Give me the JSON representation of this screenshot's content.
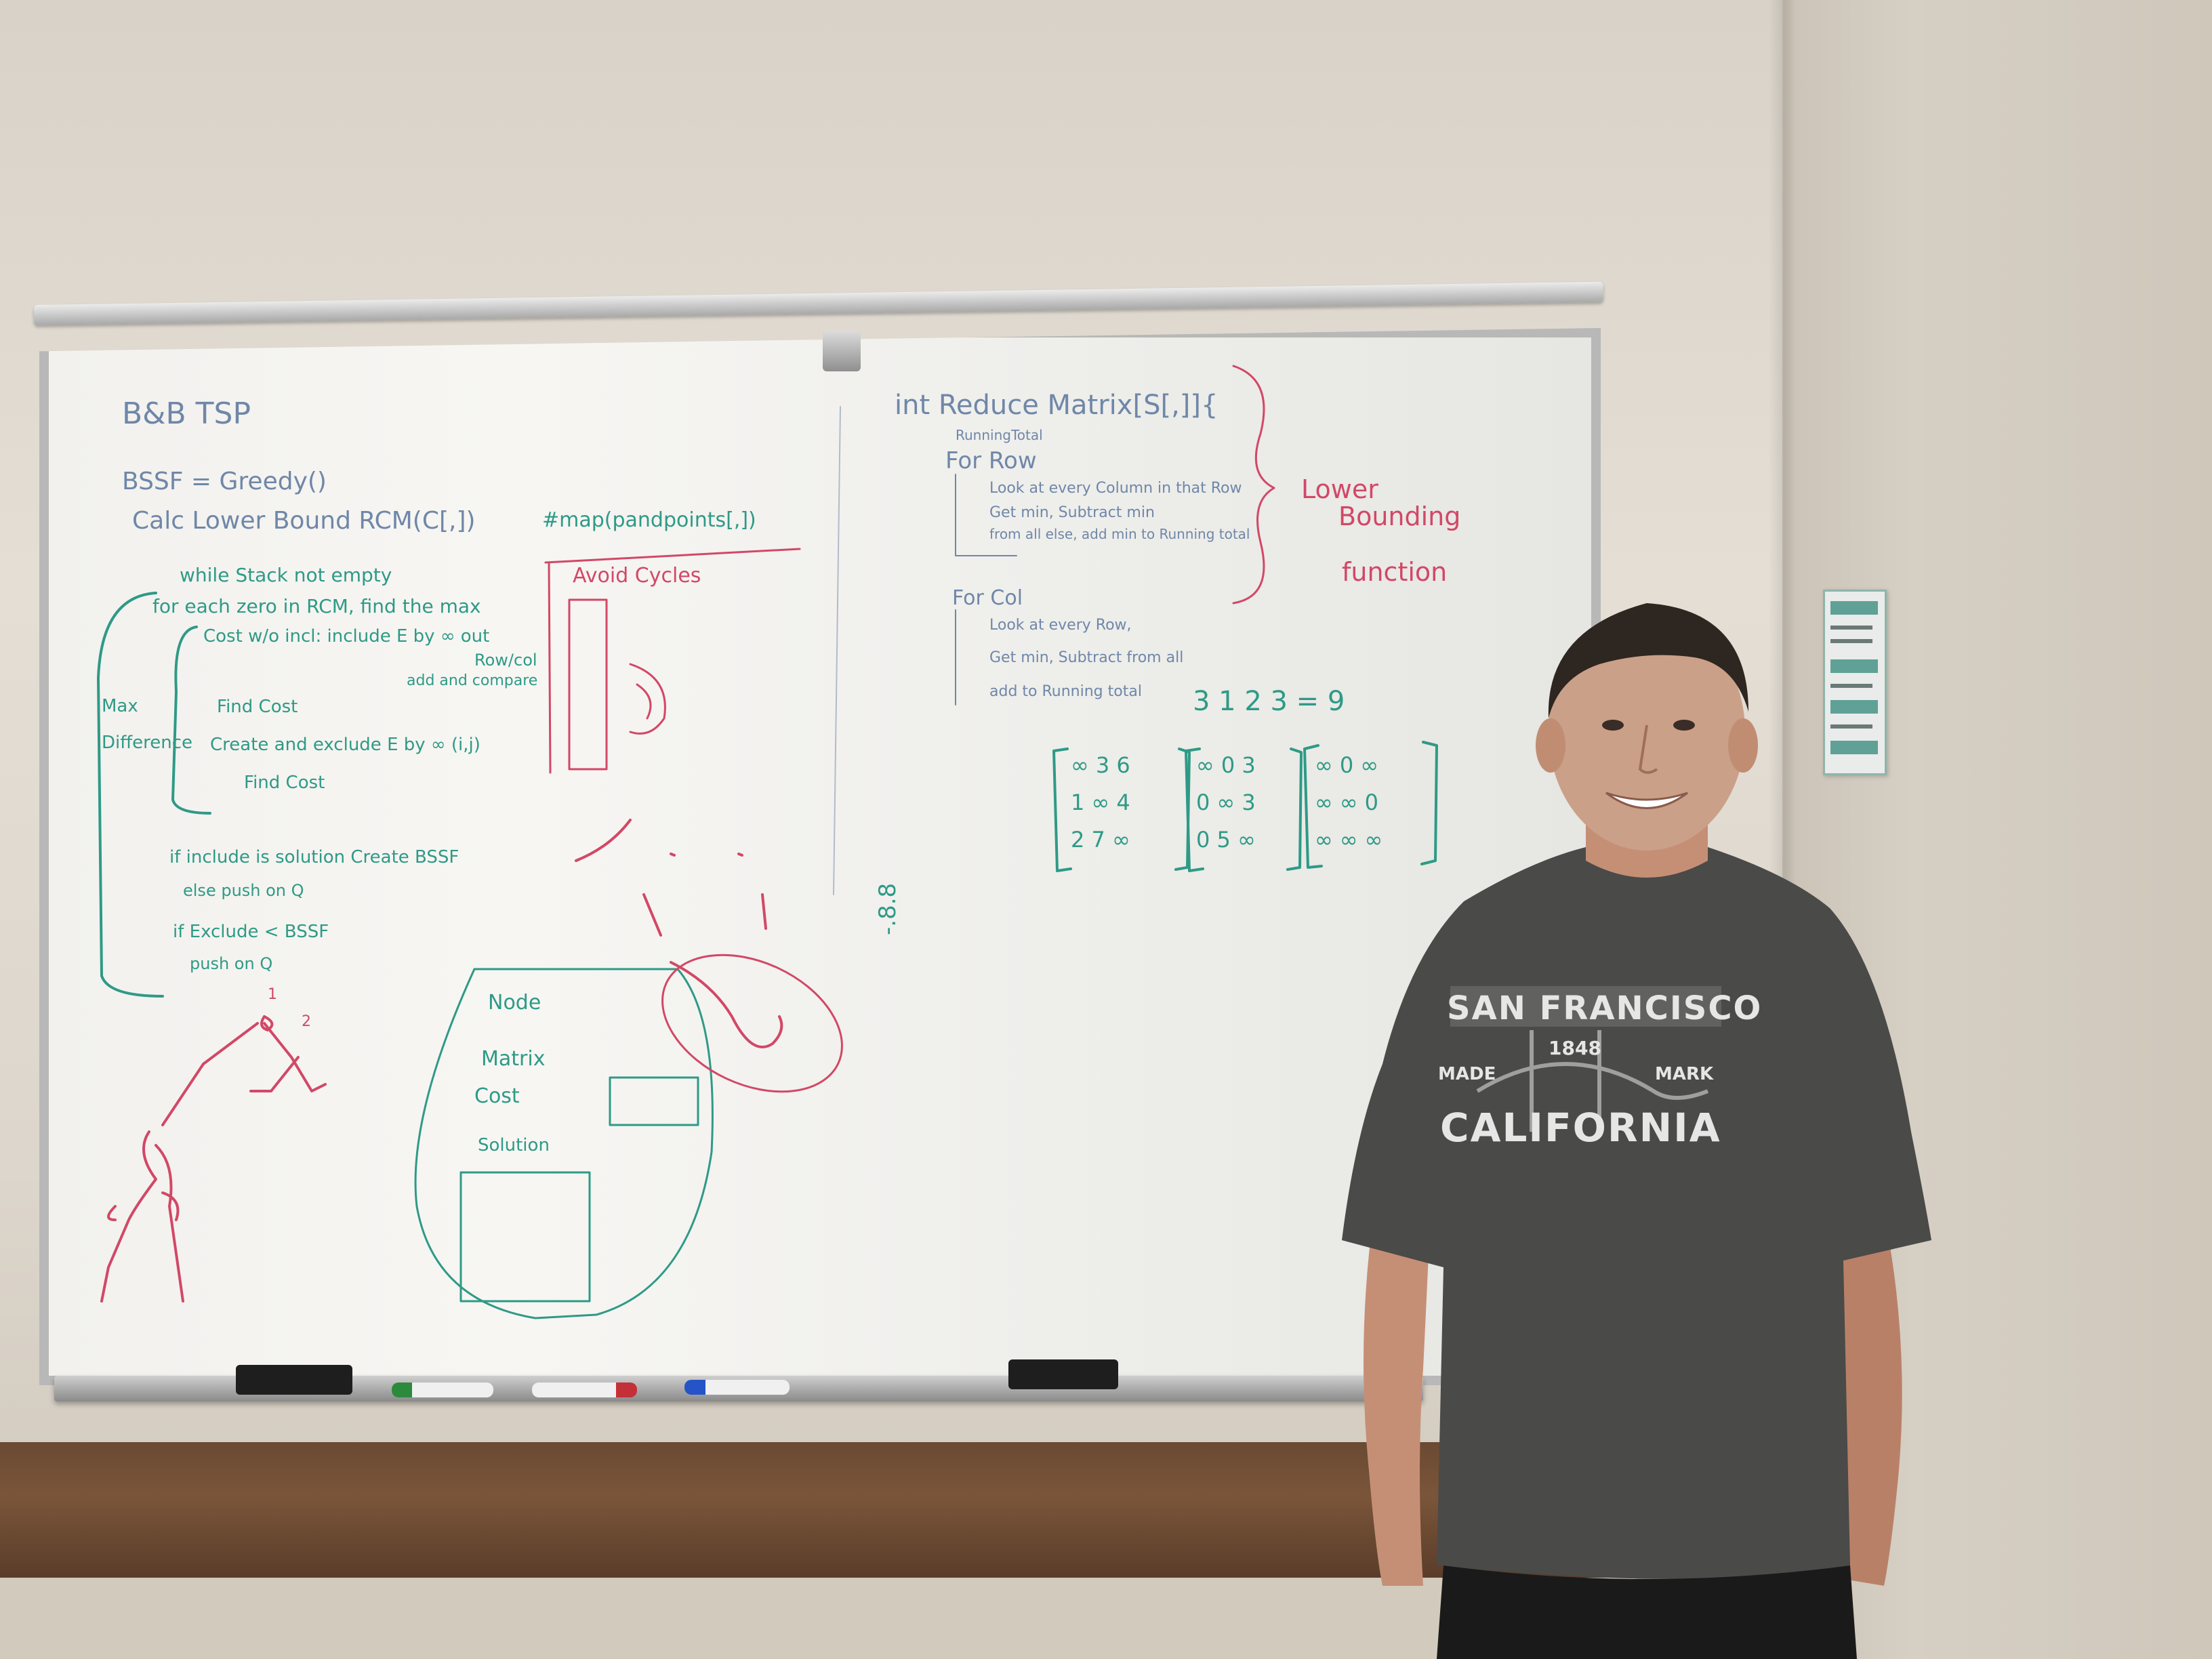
{
  "board": {
    "title": "B&B TSP",
    "bssf_line": "BSSF = Greedy()",
    "lower_bound_line": "Calc Lower Bound   RCM(C[,])",
    "while_line": "while Stack not empty",
    "for_each_line": "for each zero in RCM, find the max",
    "cost_include_line": "Cost w/o incl: include E by ∞ out",
    "row_col": "Row/col",
    "add_and_compare": "add and compare",
    "find_cost_1": "Find Cost",
    "create_exclude_line": "Create and exclude E by ∞ (i,j)",
    "find_cost_2": "Find Cost",
    "max_difference": "Max Difference",
    "if_include_line": "if include is solution   Create BSSF",
    "else_push_line": "else push on Q",
    "if_exclude_line": "if Exclude < BSSF",
    "push_line": "push on Q",
    "map_header": "#map(pandpoints[,])",
    "avoid_cycles": "Avoid Cycles",
    "node_title": "Node",
    "node_matrix": "Matrix",
    "node_cost": "Cost",
    "node_solution": "Solution",
    "reduce_matrix": "int Reduce Matrix[S[,]]{",
    "running_total": "RunningTotal",
    "for_row": "For Row",
    "for_row_1": "Look at every Column in that Row",
    "for_row_2": "Get min, Subtract min",
    "for_row_3": "from all else, add min to Running total",
    "for_col": "For Col",
    "for_col_1": "Look at every Row,",
    "for_col_2": "Get min, Subtract from all",
    "for_col_3": "add to Running total",
    "lower_bounding": [
      "Lower",
      "Bounding",
      "function"
    ],
    "sum_line": "3 1 2 3 = 9",
    "matrix1": [
      "∞ 3 6",
      "1 ∞ 4",
      "2 7 ∞"
    ],
    "matrix2": [
      "∞ 0 3",
      "0 ∞ 3",
      "0 5 ∞"
    ],
    "matrix3": [
      "∞ 0 ∞",
      "∞ ∞ 0",
      "∞ ∞ ∞"
    ],
    "tree_labels": [
      "1",
      "2"
    ],
    "side_note": "-.8.8"
  },
  "shirt": {
    "line1": "SAN FRANCISCO",
    "year": "1848",
    "left": "MADE",
    "right": "MARK",
    "line2": "CALIFORNIA"
  },
  "colors": {
    "teal_marker": "#2e9a86",
    "blue_marker": "#6f87a8",
    "red_marker": "#d24866",
    "shirt": "#4a4a48",
    "skin": "#c58f76"
  }
}
